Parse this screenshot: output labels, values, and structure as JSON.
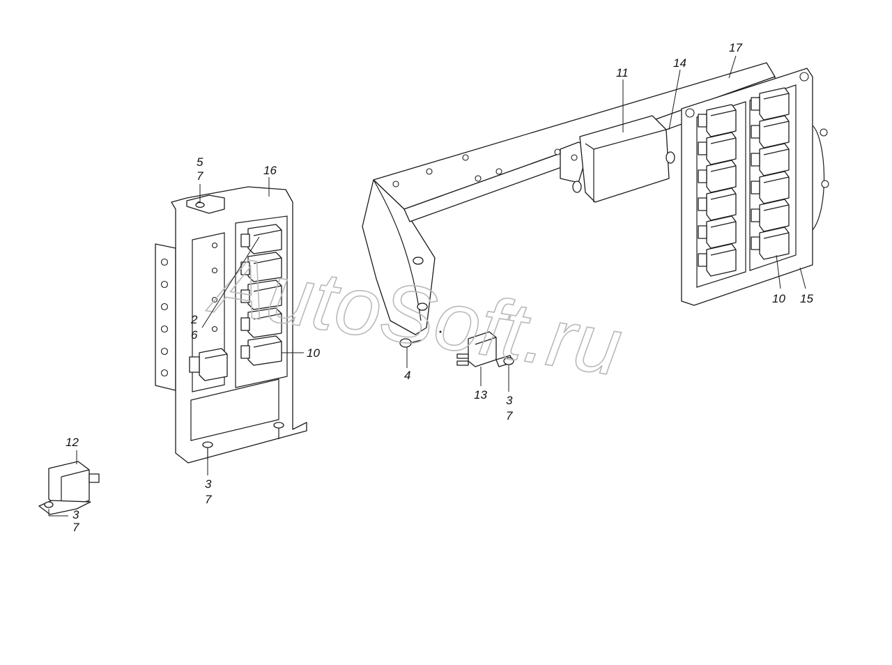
{
  "watermark": "AutoSoft.ru",
  "callouts": {
    "c5_7_top": "5",
    "c5_7_bottom": "7",
    "c16": "16",
    "c2": "2",
    "c6": "6",
    "c10_left": "10",
    "c3_7a_top": "3",
    "c3_7a_bottom": "7",
    "c12": "12",
    "c3_7b_top": "3",
    "c3_7b_bottom": "7",
    "c11": "11",
    "c14": "14",
    "c17": "17",
    "c4": "4",
    "c13": "13",
    "c3_7c_top": "3",
    "c3_7c_bottom": "7",
    "c10_right": "10",
    "c15": "15"
  }
}
